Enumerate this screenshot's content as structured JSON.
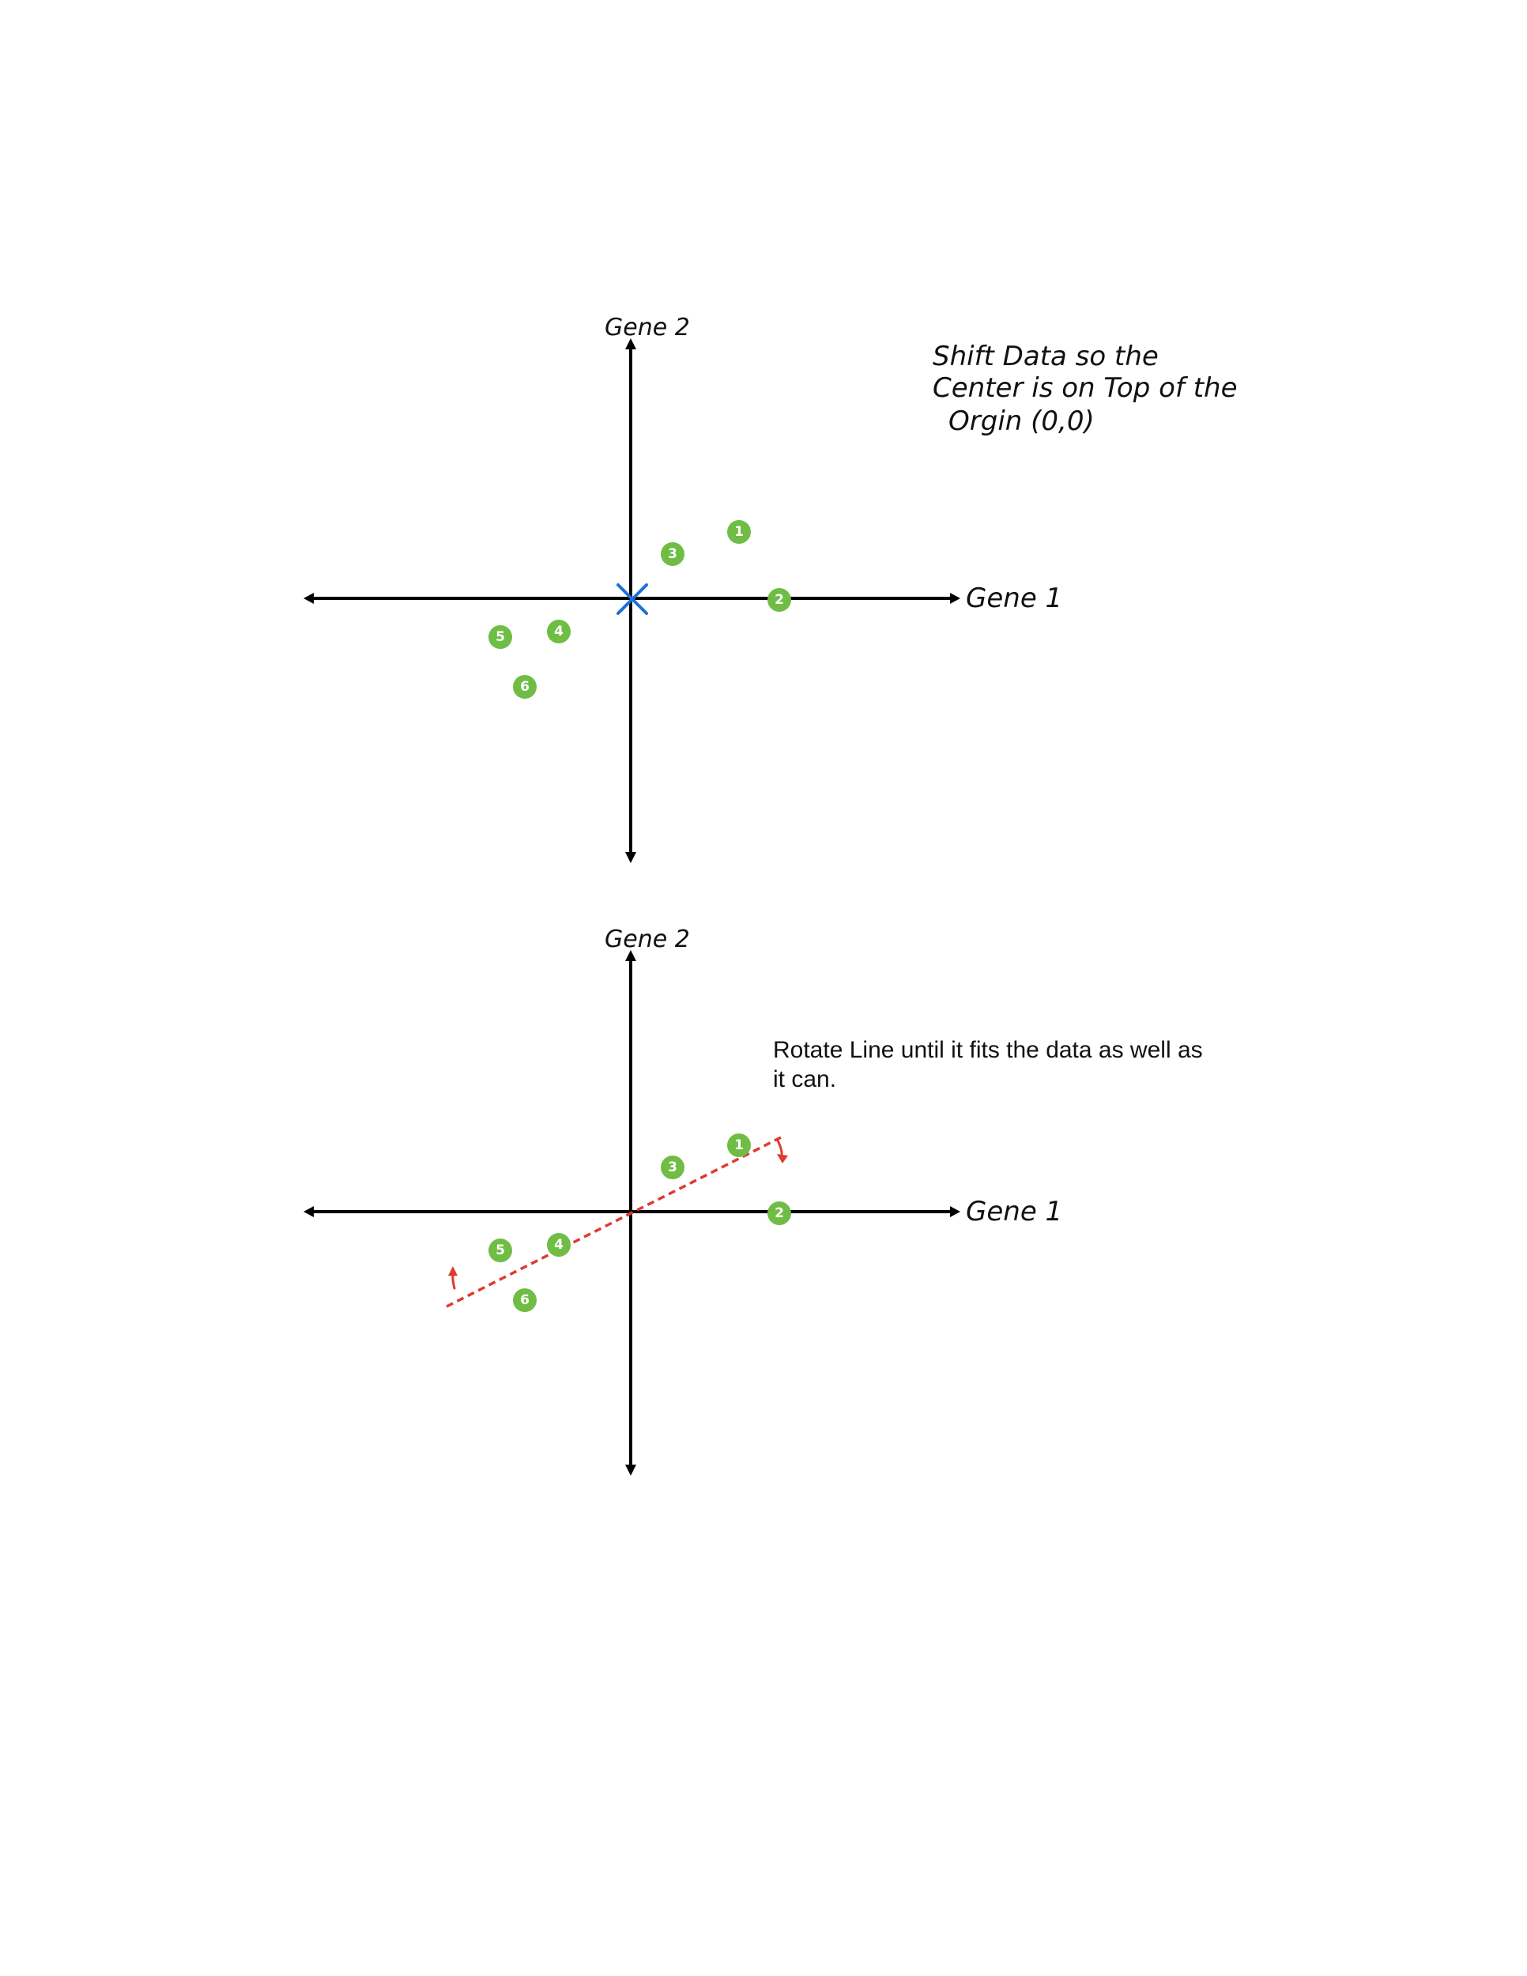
{
  "panel_top": {
    "axis_x_label": "Gene 1",
    "axis_y_label": "Gene 2",
    "note_lines": [
      "Shift Data  so  the",
      "Center  is  on  Top  of  the",
      "Orgin  (0,0)"
    ],
    "origin_marker": "blue-x",
    "points": [
      {
        "label": "1"
      },
      {
        "label": "2"
      },
      {
        "label": "3"
      },
      {
        "label": "4"
      },
      {
        "label": "5"
      },
      {
        "label": "6"
      }
    ]
  },
  "panel_bottom": {
    "axis_x_label": "Gene 1",
    "axis_y_label": "Gene 2",
    "note_lines": [
      "Rotate Line until it fits the data as well as",
      "it can."
    ],
    "fit_line": "red-dashed",
    "points": [
      {
        "label": "1"
      },
      {
        "label": "2"
      },
      {
        "label": "3"
      },
      {
        "label": "4"
      },
      {
        "label": "5"
      },
      {
        "label": "6"
      }
    ]
  },
  "colors": {
    "point": "#6fbd45",
    "origin_marker": "#1f6fd6",
    "fit_line": "#e03a2f",
    "axes": "#000000"
  }
}
